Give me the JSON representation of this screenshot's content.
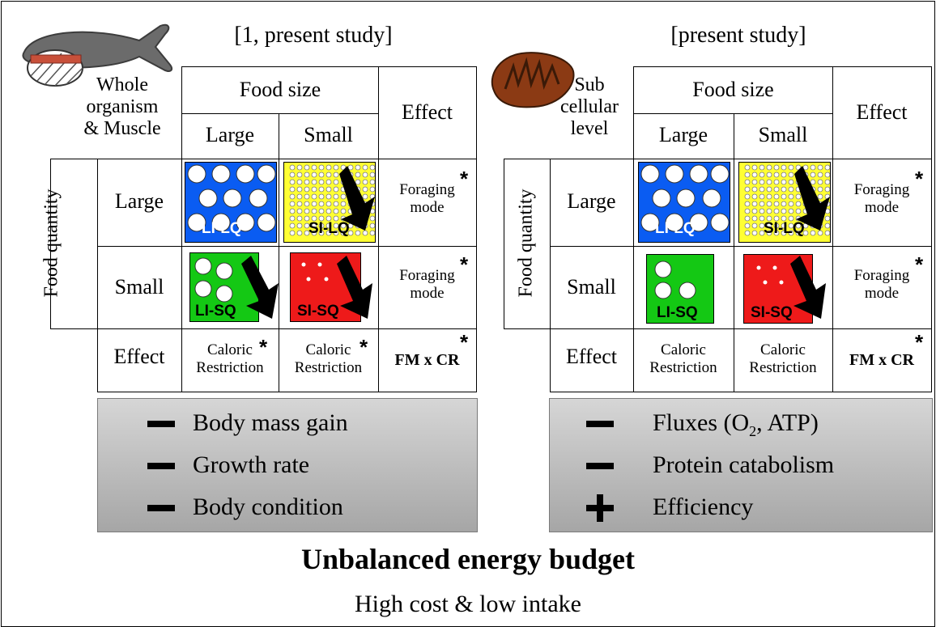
{
  "colors": {
    "large_large": "#0a5cf2",
    "small_large": "#ffff33",
    "large_small": "#14c814",
    "small_small": "#ee1a1a",
    "panel_top": "#d6d6d6",
    "panel_bottom": "#a6a6a6"
  },
  "icons": {
    "left": "fish-icon",
    "right": "mitochondrion-icon"
  },
  "left": {
    "citation": "[1, present study]",
    "level_label": [
      "Whole",
      "organism",
      "& Muscle"
    ],
    "food_size": "Food size",
    "col_large": "Large",
    "col_small": "Small",
    "effect_header": "Effect",
    "food_quantity": "Food quantity",
    "row_large": "Large",
    "row_small": "Small",
    "row_effect": "Effect",
    "cells": {
      "li_lq": "LI-LQ",
      "si_lq": "SI-LQ",
      "li_sq": "LI-SQ",
      "si_sq": "SI-SQ"
    },
    "row_effects": [
      "Foraging",
      "mode"
    ],
    "col_effect": [
      "Caloric",
      "Restriction"
    ],
    "fm_cr": "FM  x CR",
    "star": "*",
    "outcomes": [
      {
        "sign": "minus",
        "label": "Body mass gain"
      },
      {
        "sign": "minus",
        "label": "Growth rate"
      },
      {
        "sign": "minus",
        "label": "Body condition"
      }
    ]
  },
  "right": {
    "citation": "[present study]",
    "level_label": [
      "Sub",
      "cellular",
      "level"
    ],
    "food_size": "Food size",
    "col_large": "Large",
    "col_small": "Small",
    "effect_header": "Effect",
    "food_quantity": "Food quantity",
    "row_large": "Large",
    "row_small": "Small",
    "row_effect": "Effect",
    "cells": {
      "li_lq": "LI-LQ",
      "si_lq": "SI-LQ",
      "li_sq": "LI-SQ",
      "si_sq": "SI-SQ"
    },
    "row_effects": [
      "Foraging",
      "mode"
    ],
    "col_effect": [
      "Caloric",
      "Restriction"
    ],
    "fm_cr": "FM  x CR",
    "star": "*",
    "outcomes": [
      {
        "sign": "minus",
        "label": "Fluxes (O",
        "sub": "2",
        "after": ", ATP)"
      },
      {
        "sign": "minus",
        "label": "Protein catabolism"
      },
      {
        "sign": "plus",
        "label": "Efficiency"
      }
    ]
  },
  "footer": {
    "title": "Unbalanced  energy budget",
    "subtitle": "High cost & low intake"
  }
}
